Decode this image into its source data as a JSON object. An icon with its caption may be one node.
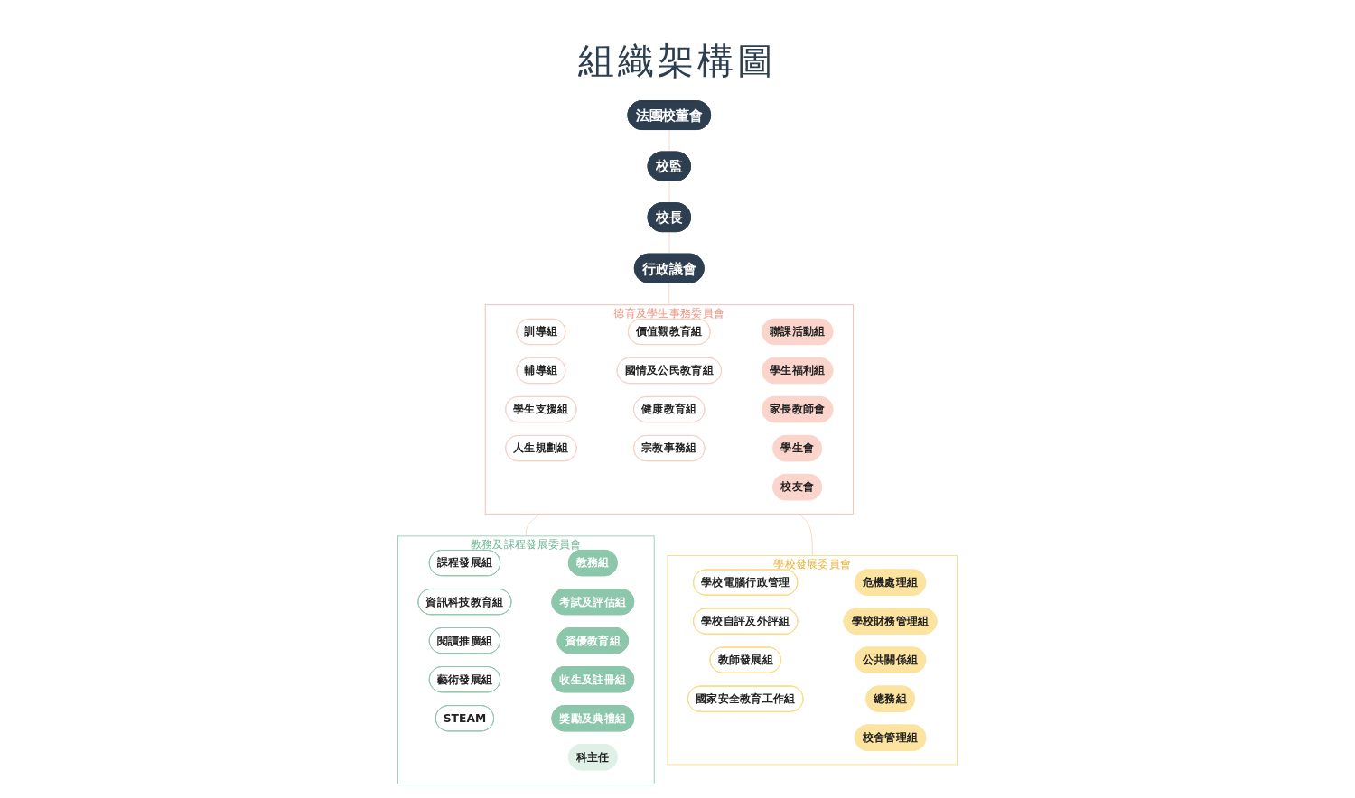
{
  "diagram": {
    "title": "組織架構圖",
    "nodes": [
      {
        "text": [
          "法團校董會"
        ]
      },
      {
        "text": [
          "校監"
        ]
      },
      {
        "text": [
          "校長"
        ]
      },
      {
        "text": [
          "行政議會"
        ]
      },
      {
        "text": [
          "教務及課程發展委員會"
        ]
      },
      {
        "text": [
          "德育及學生事務委員會"
        ]
      },
      {
        "text": [
          "學校發展委員會"
        ]
      },
      {
        "text": [
          "課程發展組"
        ],
        "in": 4
      },
      {
        "text": [
          "教務組"
        ],
        "in": 4
      },
      {
        "text": [
          "資訊科技教育組"
        ],
        "in": 4
      },
      {
        "text": [
          "考試及評估組"
        ],
        "in": 4
      },
      {
        "text": [
          "閱讀推廣組"
        ],
        "in": 4
      },
      {
        "text": [
          "資優教育組"
        ],
        "in": 4
      },
      {
        "text": [
          "藝術發展組"
        ],
        "in": 4
      },
      {
        "text": [
          "收生及註冊組"
        ],
        "in": 4
      },
      {
        "text": [
          "STEAM"
        ],
        "in": 4
      },
      {
        "text": [
          "獎勵及典禮組"
        ],
        "in": 4
      },
      {
        "text": [
          "科主任"
        ],
        "in": 4
      },
      {
        "text": [
          "訓導組"
        ],
        "in": 5
      },
      {
        "text": [
          "價值觀教育組"
        ],
        "in": 5
      },
      {
        "text": [
          "聯課活動組"
        ],
        "in": 5
      },
      {
        "text": [
          "輔導組"
        ],
        "in": 5
      },
      {
        "text": [
          "國情及公民教育組"
        ],
        "in": 5
      },
      {
        "text": [
          "學生福利組"
        ],
        "in": 5
      },
      {
        "text": [
          "學生支援組"
        ],
        "in": 5
      },
      {
        "text": [
          "健康教育組"
        ],
        "in": 5
      },
      {
        "text": [
          "家長教師會"
        ],
        "in": 5
      },
      {
        "text": [
          "人生規劃組"
        ],
        "in": 5
      },
      {
        "text": [
          "宗教事務組"
        ],
        "in": 5
      },
      {
        "text": [
          "學生會"
        ],
        "in": 5
      },
      {
        "text": [
          "校友會"
        ],
        "in": 5
      },
      {
        "text": [
          "學校電腦行政管理"
        ],
        "in": 6
      },
      {
        "text": [
          "危機處理組"
        ],
        "in": 6
      },
      {
        "text": [
          "學校自評及外評組"
        ],
        "in": 6
      },
      {
        "text": [
          "學校財務管理組"
        ],
        "in": 6
      },
      {
        "text": [
          "教師發展組"
        ],
        "in": 6
      },
      {
        "text": [
          "公共關係組"
        ],
        "in": 6
      },
      {
        "text": [
          "國家安全教育工作組"
        ],
        "in": 6
      },
      {
        "text": [
          "總務組"
        ],
        "in": 6
      },
      {
        "text": [
          "校舍管理組"
        ],
        "in": 6
      }
    ],
    "edges": [
      {
        "from": 0,
        "to": 1,
        "arrow": "none"
      },
      {
        "from": 1,
        "to": 2,
        "arrow": "none"
      },
      {
        "from": 2,
        "to": 3,
        "arrow": "none"
      },
      {
        "from": 3,
        "to": 5,
        "arrow": "none"
      },
      {
        "from": 5,
        "to": 4,
        "arrow": "none"
      },
      {
        "from": 5,
        "to": 6,
        "arrow": "none"
      }
    ]
  }
}
